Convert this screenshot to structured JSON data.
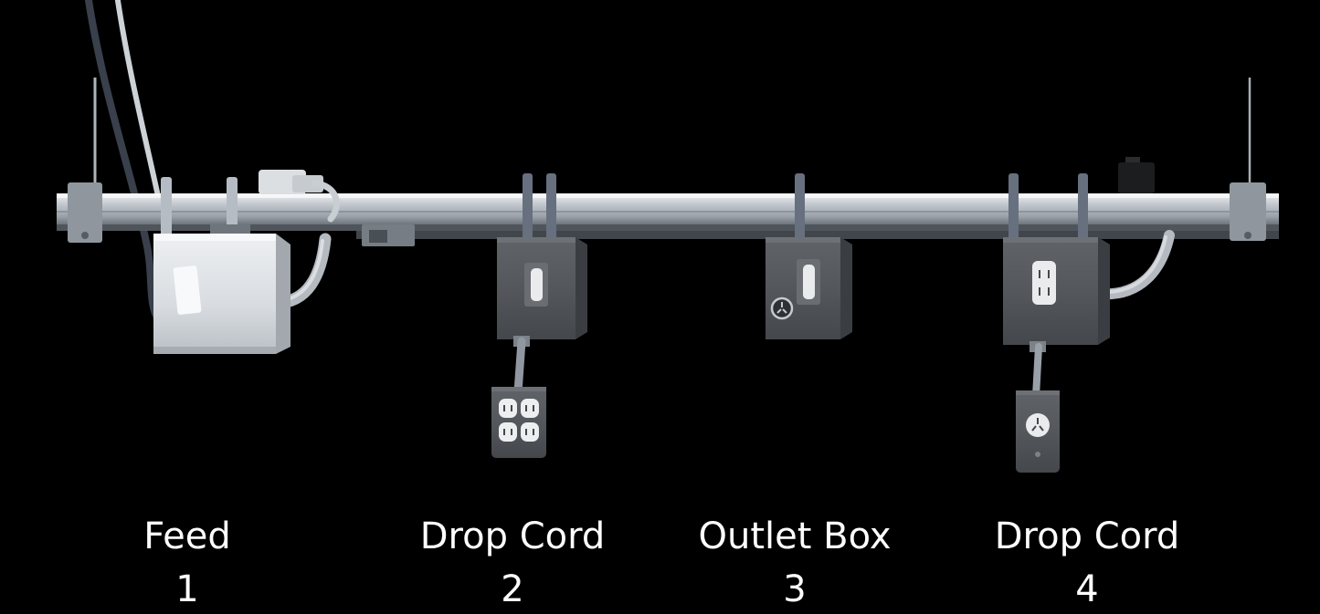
{
  "scene": {
    "description": "3D rendering of an overhead busway power rail with four labeled components",
    "background_color": "#000000"
  },
  "components": [
    {
      "label": "Feed",
      "number": "1"
    },
    {
      "label": "Drop Cord",
      "number": "2"
    },
    {
      "label": "Outlet Box",
      "number": "3"
    },
    {
      "label": "Drop Cord",
      "number": "4"
    }
  ],
  "colors": {
    "background": "#000000",
    "rail_light": "#f0f2f4",
    "rail_mid": "#c3c8ce",
    "rail_dark": "#6e747c",
    "hanger_strap": "#66707f",
    "device_box": "#54575c",
    "device_box_shadow": "#3a3d41",
    "feed_box": "#e2e5e8",
    "outlet_face": "#eceef0",
    "cord": "#9097a0",
    "cable_dark": "#39404c",
    "cable_light": "#cdd2d7",
    "conduit": "#b4bac0",
    "label_text": "#ffffff"
  }
}
